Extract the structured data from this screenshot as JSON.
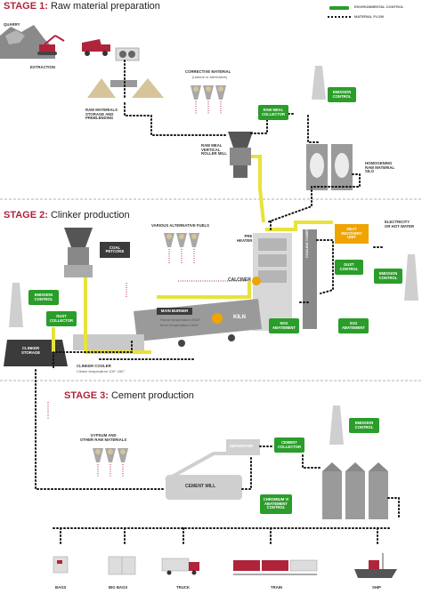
{
  "legend": {
    "env_control": "ENVIRONMENTAL CONTROL",
    "material_flow": "MATERIAL FLOW"
  },
  "stage1": {
    "title_bold": "STAGE 1:",
    "title_rest": " Raw material preparation",
    "quarry": "QUARRY",
    "extraction": "EXTRACTION",
    "raw_storage": "RAW MATERIALS\nSTORAGE AND\nPREBLENDING",
    "corrective": "CORRECTIVE MATERIAL",
    "corrective_sub": "(natural or alternative)",
    "raw_meal_mill": "RAW MEAL\nVERTICAL\nROLLER MILL",
    "raw_meal_collector": "RAW MEAL\nCOLLECTOR",
    "emission_control": "EMISSION\nCONTROL",
    "homogening": "HOMOGENING\nRAW MATERIAL\nSILO"
  },
  "stage2": {
    "title_bold": "STAGE 2:",
    "title_rest": " Clinker production",
    "alt_fuels": "VARIOUS ALTERNATIVE FUELS",
    "coal_petcoke": "COAL\nPETCOKE",
    "pre_heater": "PRE\nHEATER",
    "heat_recovery": "HEAT\nRECOVERY\nUNIT",
    "electricity": "ELECTRICITY\nOR HOT WATER",
    "calciner": "CALCINER",
    "main_burner": "MAIN BURNER",
    "flame_temp": "Flame temperature 2000°",
    "inner_temp": "Inner temperature 1400°",
    "kiln": "KILN",
    "cooling_tower": "COOLING TOWER",
    "dust_control": "DUST\nCONTROL",
    "emission_control_r": "EMISSION\nCONTROL",
    "emission_control_l": "EMISSION\nCONTROL",
    "dust_collector": "DUST\nCOLLECTOR",
    "no_abatement": "NOx\nABATEMENT",
    "so_abatement": "SO2\nABATEMENT",
    "clinker_storage": "CLINKER\nSTORAGE",
    "clinker_cooler": "CLINKER COOLER",
    "clinker_temp": "Clinker temperature 100°-150°"
  },
  "stage3": {
    "title_bold": "STAGE 3:",
    "title_rest": " Cement production",
    "gypsum": "GYPSUM AND\nOTHER RAW MATERIALS",
    "separator": "SEPARATOR",
    "cement_collector": "CEMENT\nCOLLECTOR",
    "emission_control": "EMISSION\nCONTROL",
    "cement_mill": "CEMENT MILL",
    "chromium": "CHROMIUM VI\nABATEMENT\nCONTROL",
    "bags": "BAGS",
    "big_bags": "BIG BAGS",
    "truck": "TRUCK",
    "train": "TRAIN",
    "ship": "SHIP"
  },
  "colors": {
    "green": "#2a9d2a",
    "yellow": "#e8e23a",
    "accent": "#b0243a",
    "dark": "#3b3b3b",
    "grey": "#c9c9c9"
  }
}
